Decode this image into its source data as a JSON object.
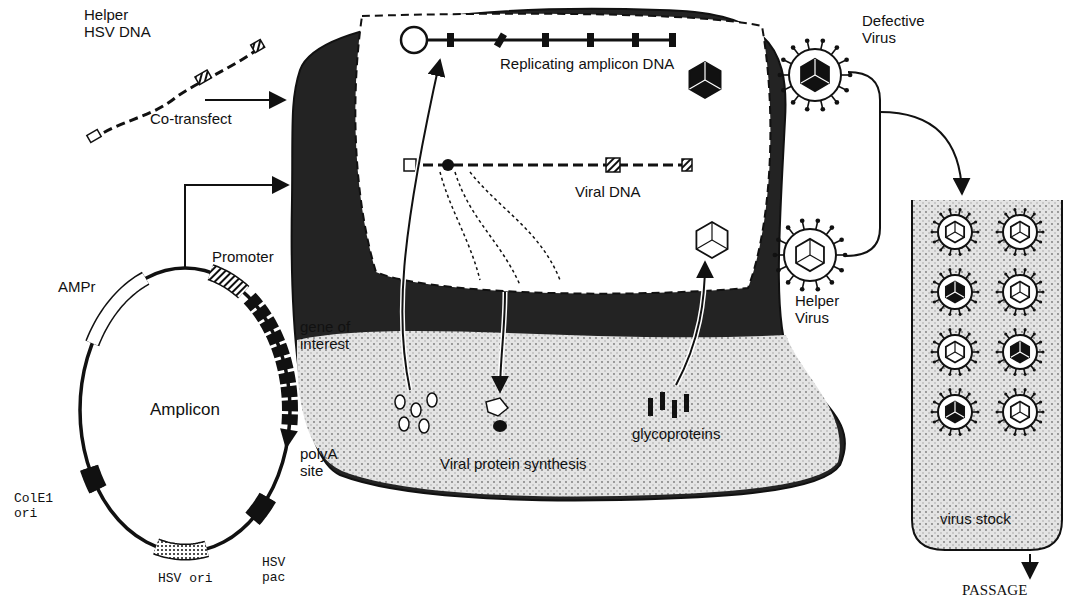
{
  "diagram": {
    "nodes": [
      {
        "text": [
          "Replicating amplicon DNA",
          "Viral DNA",
          "Viral protein synthesis",
          "glycoproteins"
        ]
      },
      {
        "text": [
          "Amplicon"
        ]
      },
      {
        "text": [
          "virus stock"
        ]
      }
    ],
    "edges": [
      {
        "from": 1,
        "to": 0,
        "arrow": "to"
      }
    ],
    "labels": [
      "Helper HSV DNA",
      "Co-transfect",
      "Defective Virus",
      "Helper Virus",
      "PASSAGE",
      "AMPr",
      "Promoter",
      "gene of interest",
      "polyA site",
      "ColE1 ori",
      "HSV ori",
      "HSV pac"
    ]
  }
}
